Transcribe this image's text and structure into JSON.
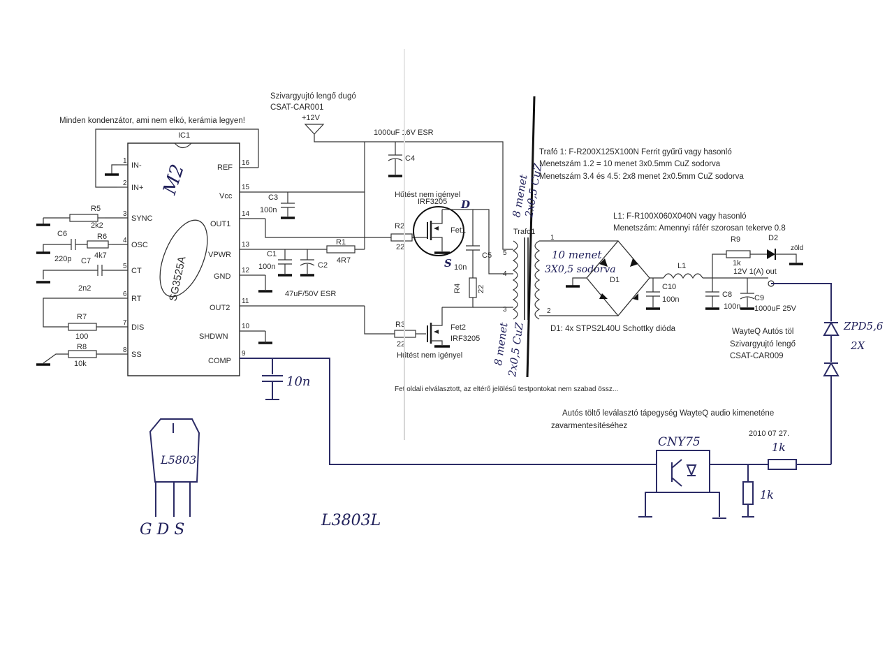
{
  "notes": {
    "capacitors_note": "Minden kondenzátor, ami nem elkó, kerámia legyen!",
    "plug_line1": "Szivargyujtó lengő dugó",
    "plug_line2": "CSAT-CAR001",
    "supply": "+12V",
    "bulk_cap": "1000uF 16V ESR",
    "trafo_line1": "Trafó 1: F-R200X125X100N Ferrit gyűrű vagy hasonló",
    "trafo_line2": "Menetszám 1.2 = 10 menet 3x0.5mm CuZ sodorva",
    "trafo_line3": "Menetszám 3.4 és 4.5: 2x8 menet 2x0.5mm CuZ sodorva",
    "l1_line1": "L1: F-R100X060X040N vagy hasonló",
    "l1_line2": "Menetszám: Amennyi ráfér szorosan tekerve 0.8",
    "cooling_top": "Hűtést nem igényel",
    "cooling_bottom": "Hűtést nem igényel",
    "d1": "D1: 4x STPS2L40U Schottky dióda",
    "source_line1": "WayteQ Autós töl",
    "source_line2": "Szivargyujtó lengő",
    "source_line3": "CSAT-CAR009",
    "warning": "Fet oldali elválasztott, az eltérő jelölésű testpontokat nem szabad össz...",
    "charger_line1": "Autós töltő leválasztó tápegység WayteQ  audio kimeneténe",
    "charger_line2": "zavarmentesítéséhez",
    "date": "2010 07 27."
  },
  "ic": {
    "ref": "IC1",
    "part": "SG3525A",
    "pins_left": [
      {
        "num": "1",
        "name": "IN-"
      },
      {
        "num": "2",
        "name": "IN+"
      },
      {
        "num": "3",
        "name": "SYNC"
      },
      {
        "num": "4",
        "name": "OSC"
      },
      {
        "num": "5",
        "name": "CT"
      },
      {
        "num": "6",
        "name": "RT"
      },
      {
        "num": "7",
        "name": "DIS"
      },
      {
        "num": "8",
        "name": "SS"
      }
    ],
    "pins_right": [
      {
        "num": "16",
        "name": "REF"
      },
      {
        "num": "15",
        "name": "Vcc"
      },
      {
        "num": "14",
        "name": "OUT1"
      },
      {
        "num": "13",
        "name": "VPWR"
      },
      {
        "num": "12",
        "name": "GND"
      },
      {
        "num": "11",
        "name": "OUT2"
      },
      {
        "num": "10",
        "name": "SHDWN"
      },
      {
        "num": "9",
        "name": "COMP"
      }
    ]
  },
  "components": {
    "r5": {
      "ref": "R5",
      "value": "2k2"
    },
    "c6": {
      "ref": "C6",
      "value": "220p"
    },
    "r6": {
      "ref": "R6",
      "value": "4k7"
    },
    "c7": {
      "ref": "C7",
      "value": "2n2"
    },
    "r7": {
      "ref": "R7",
      "value": "100"
    },
    "r8": {
      "ref": "R8",
      "value": "10k"
    },
    "c3": {
      "ref": "C3",
      "value": "100n"
    },
    "c1": {
      "ref": "C1",
      "value": "100n"
    },
    "c2": {
      "ref": "C2",
      "value": "47uF/50V ESR"
    },
    "r1": {
      "ref": "R1",
      "value": "4R7"
    },
    "c4": {
      "ref": "C4"
    },
    "r2": {
      "ref": "R2",
      "value": "22"
    },
    "r3": {
      "ref": "R3",
      "value": "22"
    },
    "fet1": {
      "ref": "Fet1",
      "part": "IRF3205"
    },
    "fet2": {
      "ref": "Fet2",
      "part": "IRF3205"
    },
    "c5": {
      "ref": "C5",
      "value": "10n"
    },
    "r4": {
      "ref": "R4",
      "value": "22"
    },
    "trafo": {
      "ref": "Trafo1",
      "pin1": "1",
      "pin2": "2",
      "pin3": "3",
      "pin4": "4",
      "pin5": "5"
    },
    "d1": {
      "ref": "D1"
    },
    "l1": {
      "ref": "L1"
    },
    "c10": {
      "ref": "C10",
      "value": "100n"
    },
    "c8": {
      "ref": "C8",
      "value": "100n"
    },
    "c9": {
      "ref": "C9",
      "value": "1000uF 25V"
    },
    "r9": {
      "ref": "R9",
      "value": "1k"
    },
    "d2": {
      "ref": "D2",
      "value": "zöld"
    },
    "output": "12V 1(A) out"
  },
  "handwritten": {
    "ic_mark": "M2",
    "drain": "D",
    "source": "S",
    "primary_top": "8 menet",
    "primary_top2": "2x0,5 CuZ",
    "primary_bottom": "8 menet",
    "primary_bottom2": "2x0,5 CuZ",
    "secondary1": "10 menet",
    "secondary2": "3X0,5 sodorva",
    "comp_cap": "10n",
    "zener": "ZPD5,6",
    "zener_count": "2X",
    "opto": "CNY75",
    "r_series": "1k",
    "r_shunt": "1k",
    "regulator": "L5803",
    "pinout": "G D S",
    "part_code": "L3803L"
  }
}
